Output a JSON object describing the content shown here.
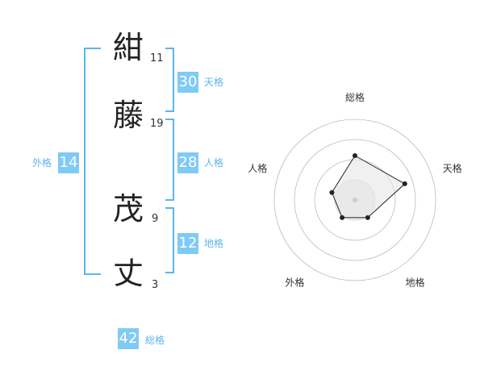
{
  "name": [
    {
      "char": "紺",
      "strokes": "11"
    },
    {
      "char": "藤",
      "strokes": "19"
    },
    {
      "char": "茂",
      "strokes": "9"
    },
    {
      "char": "丈",
      "strokes": "3"
    }
  ],
  "kaku": {
    "ten": {
      "value": "30",
      "label": "天格"
    },
    "jin": {
      "value": "28",
      "label": "人格"
    },
    "chi": {
      "value": "12",
      "label": "地格"
    },
    "gai": {
      "value": "14",
      "label": "外格"
    },
    "sou": {
      "value": "42",
      "label": "総格"
    }
  },
  "radar": {
    "axes": [
      "総格",
      "天格",
      "地格",
      "外格",
      "人格"
    ],
    "values": [
      0.55,
      0.65,
      0.27,
      0.27,
      0.3
    ],
    "rings": 4,
    "line_color": "#222222",
    "fill_color": "#eeeeee",
    "ring_color": "#bbbbbb",
    "center_color": "#cccccc"
  },
  "colors": {
    "accent": "#7fcaf6",
    "label": "#5bb6ec",
    "bracket": "#5bb6ec"
  }
}
